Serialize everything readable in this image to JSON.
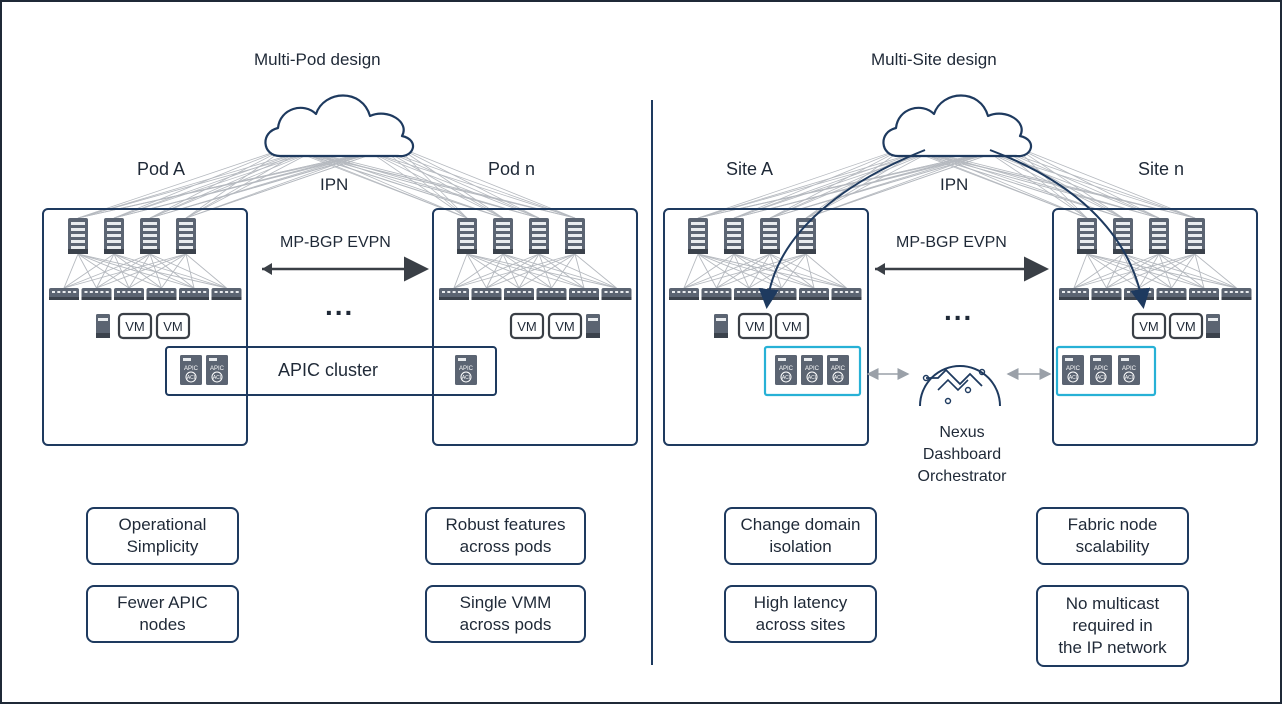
{
  "left": {
    "title": "Multi-Pod design",
    "cloud_label": "IPN",
    "pod_left": "Pod A",
    "pod_right": "Pod n",
    "link_label": "MP-BGP EVPN",
    "ellipsis": "...",
    "cluster_label": "APIC cluster",
    "features": [
      "Operational\nSimplicity",
      "Robust features\nacross pods",
      "Fewer APIC\nnodes",
      "Single VMM\nacross pods"
    ]
  },
  "right": {
    "title": "Multi-Site design",
    "cloud_label": "IPN",
    "site_left": "Site A",
    "site_right": "Site n",
    "link_label": "MP-BGP EVPN",
    "ellipsis": "...",
    "orchestrator_label": "Nexus\nDashboard\nOrchestrator",
    "features": [
      "Change domain\nisolation",
      "Fabric node\nscalability",
      "High latency\nacross sites",
      "No multicast\nrequired in\nthe IP network"
    ]
  },
  "vm_label": "VM",
  "apic_text": "APIC",
  "acl_text": "ACI",
  "colors": {
    "navy": "#1e3a5f",
    "accent_cyan": "#27b1d6",
    "device": "#5b6472",
    "mesh": "#b5b9bf"
  }
}
